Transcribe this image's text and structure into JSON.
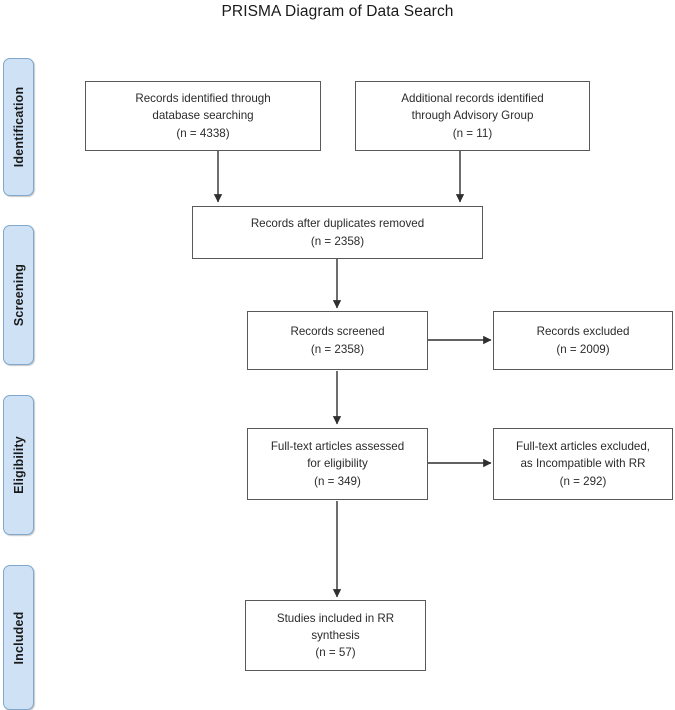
{
  "title": "PRISMA Diagram of Data Search",
  "stages": [
    {
      "name": "identification",
      "label": "Identification"
    },
    {
      "name": "screening",
      "label": "Screening"
    },
    {
      "name": "eligibility",
      "label": "Eligibility"
    },
    {
      "name": "included",
      "label": "Included"
    }
  ],
  "boxes": {
    "database_search": {
      "line1": "Records identified through",
      "line2": "database searching",
      "line3": "(n = 4338)",
      "count": 4338
    },
    "advisory_group": {
      "line1": "Additional records identified",
      "line2": "through Advisory Group",
      "line3": "(n = 11)",
      "count": 11
    },
    "duplicates_removed": {
      "line1": "Records after duplicates removed",
      "line2": "(n = 2358)",
      "count": 2358
    },
    "records_screened": {
      "line1": "Records screened",
      "line2": "(n = 2358)",
      "count": 2358
    },
    "records_excluded": {
      "line1": "Records excluded",
      "line2": "(n = 2009)",
      "count": 2009
    },
    "fulltext_assessed": {
      "line1": "Full-text articles assessed",
      "line2": "for eligibility",
      "line3": "(n = 349)",
      "count": 349
    },
    "fulltext_excluded": {
      "line1": "Full-text articles excluded,",
      "line2": "as Incompatible with RR",
      "line3": "(n = 292)",
      "count": 292
    },
    "studies_included": {
      "line1": "Studies included in RR",
      "line2": "synthesis",
      "line3": "(n = 57)",
      "count": 57
    }
  },
  "colors": {
    "stage_fill": "#cfe2f5",
    "stage_border": "#7fa8cc",
    "box_border": "#58595b",
    "arrow": "#3a3a3a",
    "text": "#2b2b2b",
    "background": "#ffffff"
  }
}
